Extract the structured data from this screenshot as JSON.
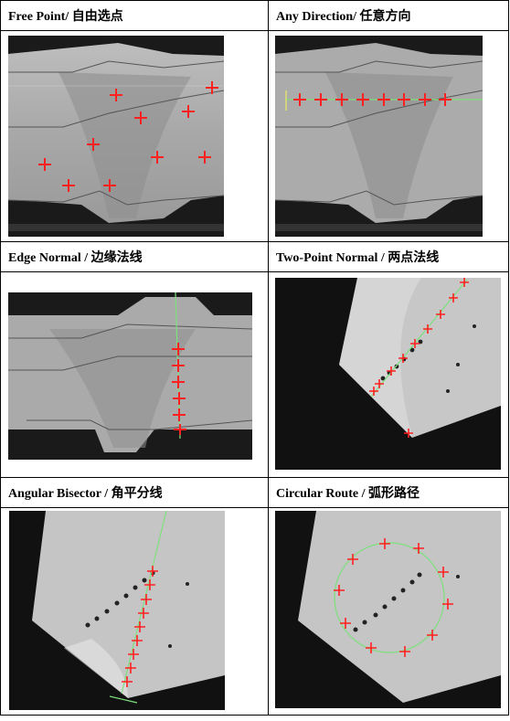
{
  "panels": [
    {
      "title": "Free Point/  自由选点"
    },
    {
      "title": "Any Direction/  任意方向"
    },
    {
      "title": "Edge Normal /  边缘法线"
    },
    {
      "title": "Two-Point Normal /  两点法线"
    },
    {
      "title": "Angular Bisector /  角平分线"
    },
    {
      "title": "Circular Route /  弧形路径"
    }
  ],
  "colors": {
    "marker": "#ff2020",
    "guide": "#7de07d",
    "border": "#000000"
  }
}
